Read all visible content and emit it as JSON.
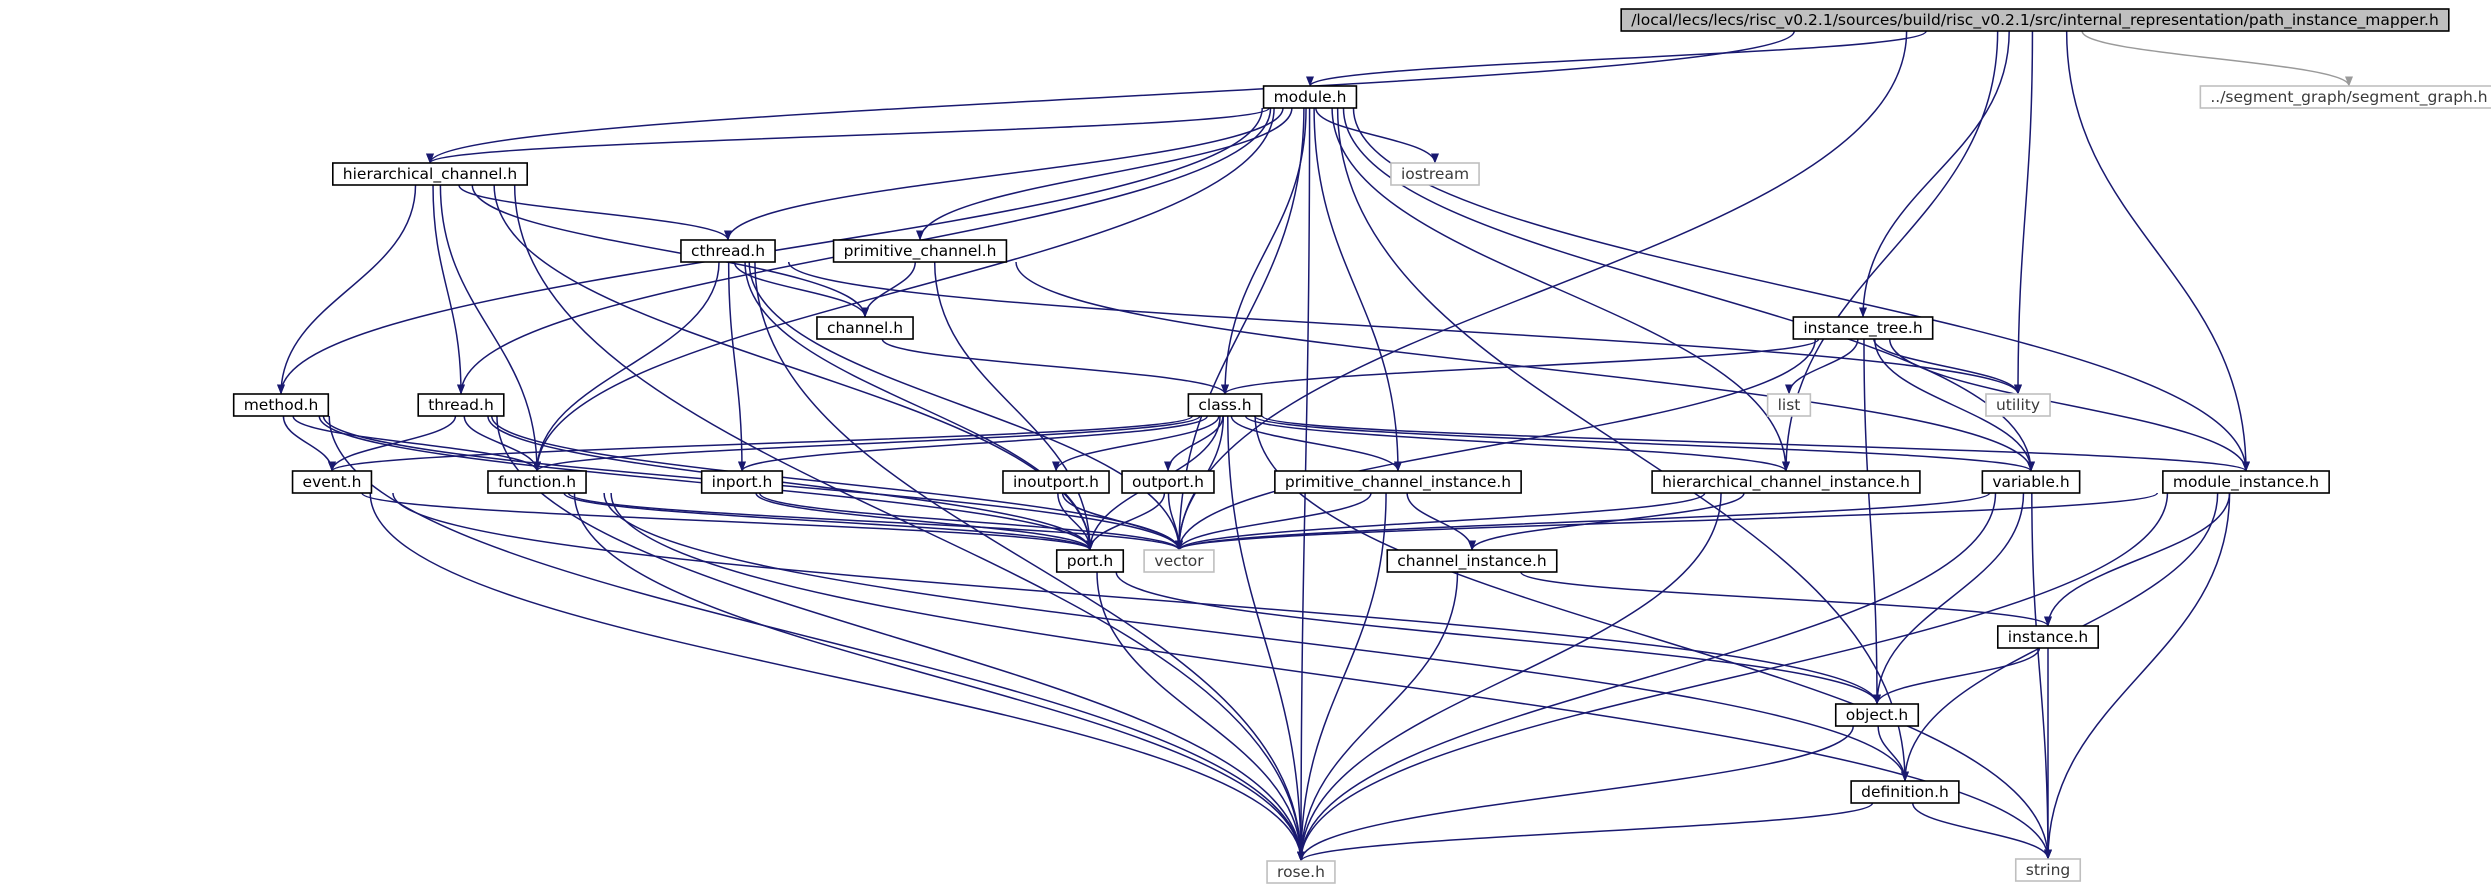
{
  "diagram": {
    "type": "include-dependency-graph",
    "nodes": [
      {
        "id": "root",
        "label": "/local/lecs/lecs/risc_v0.2.1/sources/build/risc_v0.2.1/src/internal_representation/path_instance_mapper.h",
        "kind": "root"
      },
      {
        "id": "module",
        "label": "module.h",
        "kind": "file"
      },
      {
        "id": "segment_graph",
        "label": "../segment_graph/segment_graph.h",
        "kind": "external"
      },
      {
        "id": "hierarchical_channel",
        "label": "hierarchical_channel.h",
        "kind": "file"
      },
      {
        "id": "iostream",
        "label": "iostream",
        "kind": "external"
      },
      {
        "id": "cthread",
        "label": "cthread.h",
        "kind": "file"
      },
      {
        "id": "primitive_channel",
        "label": "primitive_channel.h",
        "kind": "file"
      },
      {
        "id": "channel",
        "label": "channel.h",
        "kind": "file"
      },
      {
        "id": "instance_tree",
        "label": "instance_tree.h",
        "kind": "file"
      },
      {
        "id": "method",
        "label": "method.h",
        "kind": "file"
      },
      {
        "id": "thread",
        "label": "thread.h",
        "kind": "file"
      },
      {
        "id": "class",
        "label": "class.h",
        "kind": "file"
      },
      {
        "id": "list",
        "label": "list",
        "kind": "external"
      },
      {
        "id": "utility",
        "label": "utility",
        "kind": "external"
      },
      {
        "id": "event",
        "label": "event.h",
        "kind": "file"
      },
      {
        "id": "function",
        "label": "function.h",
        "kind": "file"
      },
      {
        "id": "inport",
        "label": "inport.h",
        "kind": "file"
      },
      {
        "id": "inoutport",
        "label": "inoutport.h",
        "kind": "file"
      },
      {
        "id": "outport",
        "label": "outport.h",
        "kind": "file"
      },
      {
        "id": "primitive_channel_instance",
        "label": "primitive_channel_instance.h",
        "kind": "file"
      },
      {
        "id": "hierarchical_channel_instance",
        "label": "hierarchical_channel_instance.h",
        "kind": "file"
      },
      {
        "id": "variable",
        "label": "variable.h",
        "kind": "file"
      },
      {
        "id": "module_instance",
        "label": "module_instance.h",
        "kind": "file"
      },
      {
        "id": "port",
        "label": "port.h",
        "kind": "file"
      },
      {
        "id": "vector",
        "label": "vector",
        "kind": "external"
      },
      {
        "id": "channel_instance",
        "label": "channel_instance.h",
        "kind": "file"
      },
      {
        "id": "instance",
        "label": "instance.h",
        "kind": "file"
      },
      {
        "id": "object",
        "label": "object.h",
        "kind": "file"
      },
      {
        "id": "definition",
        "label": "definition.h",
        "kind": "file"
      },
      {
        "id": "rose",
        "label": "rose.h",
        "kind": "external"
      },
      {
        "id": "string",
        "label": "string",
        "kind": "external"
      }
    ],
    "edges": [
      [
        "root",
        "module"
      ],
      [
        "root",
        "segment_graph"
      ],
      [
        "root",
        "hierarchical_channel"
      ],
      [
        "root",
        "instance_tree"
      ],
      [
        "root",
        "utility"
      ],
      [
        "root",
        "hierarchical_channel_instance"
      ],
      [
        "root",
        "vector"
      ],
      [
        "root",
        "module_instance"
      ],
      [
        "module",
        "hierarchical_channel"
      ],
      [
        "module",
        "iostream"
      ],
      [
        "module",
        "cthread"
      ],
      [
        "module",
        "primitive_channel"
      ],
      [
        "module",
        "method"
      ],
      [
        "module",
        "thread"
      ],
      [
        "module",
        "class"
      ],
      [
        "module",
        "function"
      ],
      [
        "module",
        "primitive_channel_instance"
      ],
      [
        "module",
        "hierarchical_channel_instance"
      ],
      [
        "module",
        "variable"
      ],
      [
        "module",
        "module_instance"
      ],
      [
        "module",
        "vector"
      ],
      [
        "module",
        "rose"
      ],
      [
        "module",
        "definition"
      ],
      [
        "hierarchical_channel",
        "cthread"
      ],
      [
        "hierarchical_channel",
        "channel"
      ],
      [
        "hierarchical_channel",
        "method"
      ],
      [
        "hierarchical_channel",
        "thread"
      ],
      [
        "hierarchical_channel",
        "function"
      ],
      [
        "hierarchical_channel",
        "port"
      ],
      [
        "hierarchical_channel",
        "rose"
      ],
      [
        "cthread",
        "channel"
      ],
      [
        "cthread",
        "function"
      ],
      [
        "cthread",
        "inport"
      ],
      [
        "cthread",
        "port"
      ],
      [
        "cthread",
        "vector"
      ],
      [
        "cthread",
        "rose"
      ],
      [
        "cthread",
        "utility"
      ],
      [
        "primitive_channel",
        "channel"
      ],
      [
        "primitive_channel",
        "port"
      ],
      [
        "primitive_channel",
        "variable"
      ],
      [
        "channel",
        "class"
      ],
      [
        "instance_tree",
        "class"
      ],
      [
        "instance_tree",
        "list"
      ],
      [
        "instance_tree",
        "utility"
      ],
      [
        "instance_tree",
        "variable"
      ],
      [
        "instance_tree",
        "module_instance"
      ],
      [
        "instance_tree",
        "vector"
      ],
      [
        "instance_tree",
        "object"
      ],
      [
        "method",
        "event"
      ],
      [
        "method",
        "function"
      ],
      [
        "method",
        "port"
      ],
      [
        "method",
        "vector"
      ],
      [
        "method",
        "rose"
      ],
      [
        "thread",
        "event"
      ],
      [
        "thread",
        "function"
      ],
      [
        "thread",
        "port"
      ],
      [
        "thread",
        "vector"
      ],
      [
        "thread",
        "rose"
      ],
      [
        "class",
        "function"
      ],
      [
        "class",
        "event"
      ],
      [
        "class",
        "inport"
      ],
      [
        "class",
        "inoutport"
      ],
      [
        "class",
        "outport"
      ],
      [
        "class",
        "primitive_channel_instance"
      ],
      [
        "class",
        "hierarchical_channel_instance"
      ],
      [
        "class",
        "variable"
      ],
      [
        "class",
        "module_instance"
      ],
      [
        "class",
        "port"
      ],
      [
        "class",
        "vector"
      ],
      [
        "class",
        "rose"
      ],
      [
        "class",
        "string"
      ],
      [
        "event",
        "port"
      ],
      [
        "event",
        "object"
      ],
      [
        "event",
        "rose"
      ],
      [
        "function",
        "port"
      ],
      [
        "function",
        "vector"
      ],
      [
        "function",
        "rose"
      ],
      [
        "function",
        "string"
      ],
      [
        "function",
        "definition"
      ],
      [
        "inport",
        "port"
      ],
      [
        "inport",
        "vector"
      ],
      [
        "inoutport",
        "port"
      ],
      [
        "inoutport",
        "vector"
      ],
      [
        "outport",
        "port"
      ],
      [
        "outport",
        "vector"
      ],
      [
        "primitive_channel_instance",
        "channel_instance"
      ],
      [
        "primitive_channel_instance",
        "vector"
      ],
      [
        "primitive_channel_instance",
        "rose"
      ],
      [
        "hierarchical_channel_instance",
        "channel_instance"
      ],
      [
        "hierarchical_channel_instance",
        "vector"
      ],
      [
        "hierarchical_channel_instance",
        "rose"
      ],
      [
        "variable",
        "object"
      ],
      [
        "variable",
        "vector"
      ],
      [
        "variable",
        "rose"
      ],
      [
        "variable",
        "string"
      ],
      [
        "module_instance",
        "instance"
      ],
      [
        "module_instance",
        "vector"
      ],
      [
        "module_instance",
        "definition"
      ],
      [
        "module_instance",
        "rose"
      ],
      [
        "module_instance",
        "string"
      ],
      [
        "port",
        "object"
      ],
      [
        "port",
        "rose"
      ],
      [
        "channel_instance",
        "instance"
      ],
      [
        "channel_instance",
        "rose"
      ],
      [
        "instance",
        "object"
      ],
      [
        "instance",
        "string"
      ],
      [
        "object",
        "definition"
      ],
      [
        "object",
        "rose"
      ],
      [
        "definition",
        "rose"
      ],
      [
        "definition",
        "string"
      ]
    ]
  }
}
